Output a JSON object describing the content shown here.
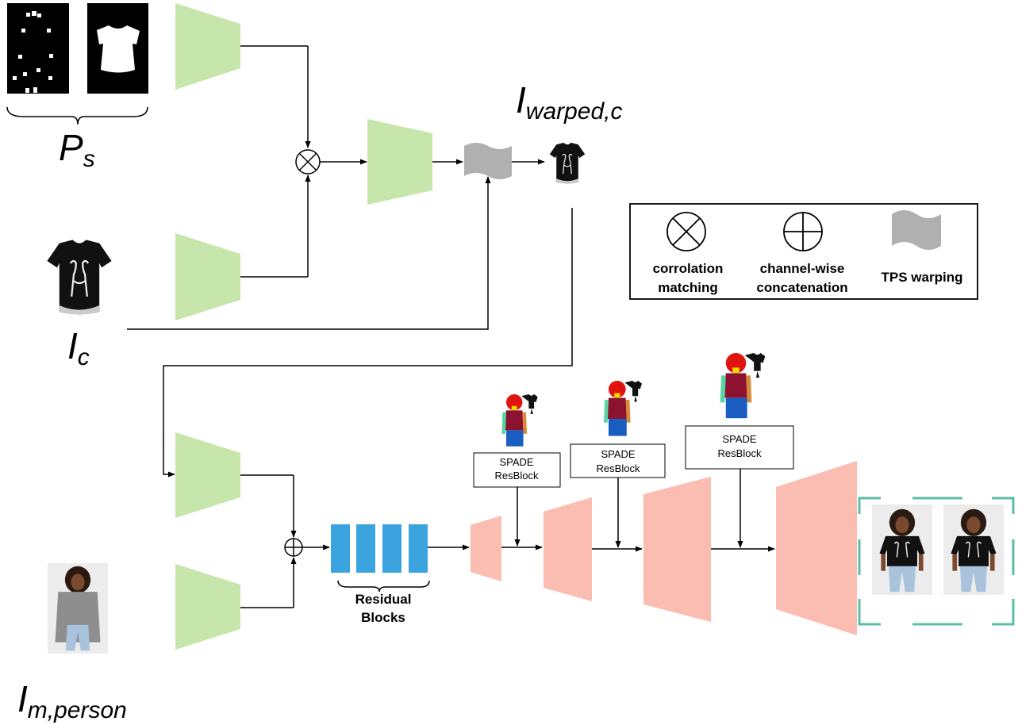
{
  "labels": {
    "pose": {
      "main": "P",
      "sub": "s"
    },
    "cloth": {
      "main": "I",
      "sub": "c"
    },
    "warped": {
      "main": "I",
      "sub": "warped,c"
    },
    "person": {
      "main": "I",
      "sub": "m,person"
    }
  },
  "legend": {
    "correlation_line1": "corrolation",
    "correlation_line2": "matching",
    "concat_line1": "channel-wise",
    "concat_line2": "concatenation",
    "tps": "TPS warping"
  },
  "residual": {
    "line1": "Residual",
    "line2": "Blocks"
  },
  "spade": {
    "line1": "SPADE",
    "line2": "ResBlock"
  },
  "colors": {
    "encoder": "#c6e6ac",
    "decoder": "#fbbcb2",
    "residual": "#3aa3e0",
    "warp": "#b0b0b0",
    "output_frame": "#5bbfa8"
  }
}
